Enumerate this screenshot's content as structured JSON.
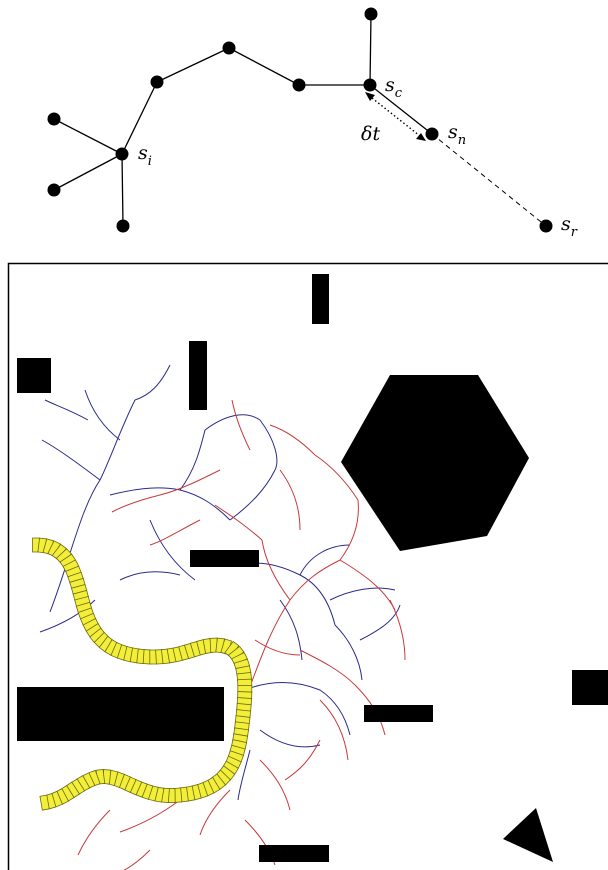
{
  "tree_diagram": {
    "labels": {
      "s_i": {
        "base": "s",
        "sub": "i"
      },
      "s_c": {
        "base": "s",
        "sub": "c"
      },
      "s_n": {
        "base": "s",
        "sub": "n"
      },
      "s_r": {
        "base": "s",
        "sub": "r"
      },
      "delta_t": "δt"
    }
  },
  "environment_panel": {
    "colors": {
      "obstacle": "#000000",
      "tree_a": "#2a2a8a",
      "tree_b": "#c83a3a",
      "path_fill": "#f2ee3a",
      "path_stroke": "#6b6a10"
    }
  }
}
